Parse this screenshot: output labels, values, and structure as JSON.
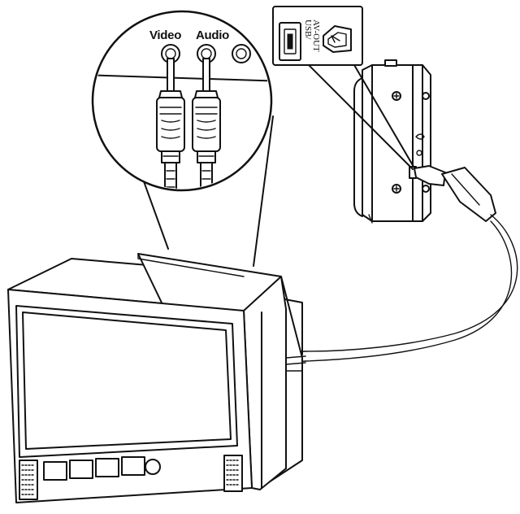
{
  "tv_jacks": {
    "video_label": "Video",
    "audio_label": "Audio"
  },
  "camera_port": {
    "usb_label": "USB/",
    "av_label": "AV-OUT"
  }
}
